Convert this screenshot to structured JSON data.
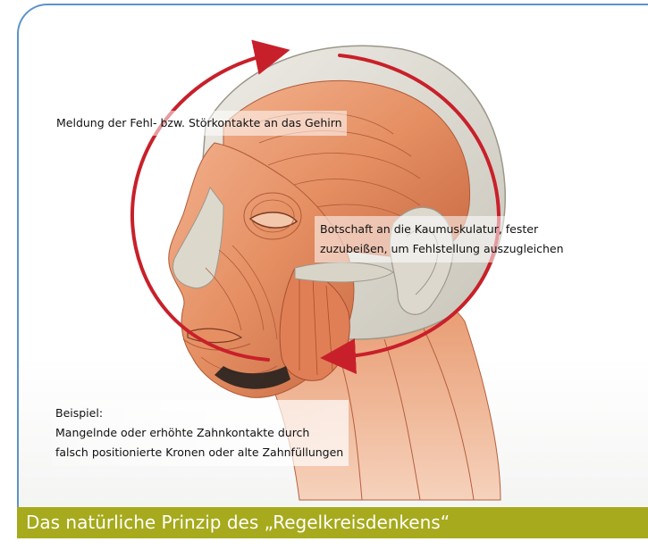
{
  "labels": {
    "brain_feedback": "Meldung der Fehl- bzw. Störkontakte an das Gehirn",
    "muscle_message_line1": "Botschaft an die Kaumuskulatur, fester",
    "muscle_message_line2": "zuzubeißen, um Fehlstellung auszugleichen",
    "example_heading": "Beispiel:",
    "example_line1": "Mangelnde oder erhöhte Zahnkontakte durch",
    "example_line2": "falsch positionierte Kronen oder alte Zahnfüllungen"
  },
  "footer": {
    "title": "Das natürliche Prinzip des „Regelkreisdenkens“"
  },
  "colors": {
    "frame_border": "#5c93c9",
    "footer_bg": "#a6aa1c",
    "arrow": "#c8202a",
    "muscle": "#e8946a",
    "skull": "#d9d6cc"
  },
  "icons": {
    "illustration": "anatomical-head-muscles",
    "cycle": "circular-feedback-arrows"
  }
}
